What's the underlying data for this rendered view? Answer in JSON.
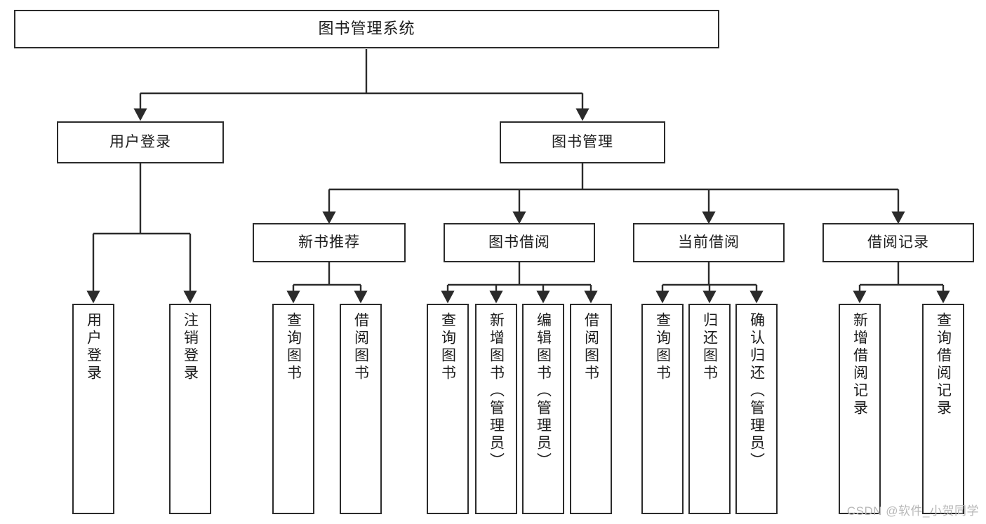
{
  "diagram": {
    "title": "图书管理系统",
    "root": {
      "label": "图书管理系统"
    },
    "level2": [
      {
        "label": "用户登录"
      },
      {
        "label": "图书管理"
      }
    ],
    "level3": [
      {
        "label": "新书推荐"
      },
      {
        "label": "图书借阅"
      },
      {
        "label": "当前借阅"
      },
      {
        "label": "借阅记录"
      }
    ],
    "leaves": [
      {
        "label": "用户登录"
      },
      {
        "label": "注销登录"
      },
      {
        "label": "查询图书"
      },
      {
        "label": "借阅图书"
      },
      {
        "label": "查询图书"
      },
      {
        "label": "新增图书（管理员）"
      },
      {
        "label": "编辑图书（管理员）"
      },
      {
        "label": "借阅图书"
      },
      {
        "label": "查询图书"
      },
      {
        "label": "归还图书"
      },
      {
        "label": "确认归还（管理员）"
      },
      {
        "label": "新增借阅记录"
      },
      {
        "label": "查询借阅记录"
      }
    ]
  },
  "watermark": {
    "text": "CSDN @软件_小贺同学"
  },
  "colors": {
    "stroke": "#2b2b2b",
    "background": "#ffffff",
    "text": "#1d1d1d",
    "watermark": "#b8b8b8"
  }
}
